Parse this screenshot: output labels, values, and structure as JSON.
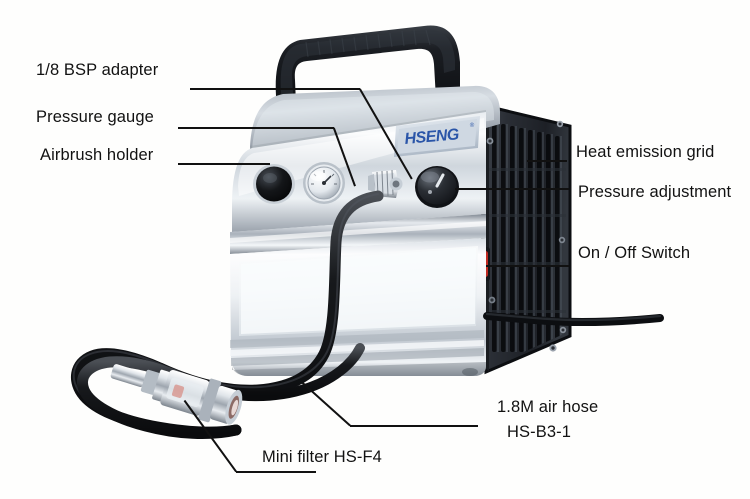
{
  "diagram": {
    "title": "Airbrush compressor annotated parts diagram",
    "brand_logo": "HSENG",
    "background_color": "#fefefd",
    "line_color": "#111111",
    "text_color": "#121212"
  },
  "labels": [
    {
      "id": "bsp-adapter",
      "text": "1/8 BSP adapter",
      "side": "left"
    },
    {
      "id": "pressure-gauge",
      "text": "Pressure gauge",
      "side": "left"
    },
    {
      "id": "airbrush-holder",
      "text": "Airbrush holder",
      "side": "left"
    },
    {
      "id": "heat-emission-grid",
      "text": "Heat emission grid",
      "side": "right"
    },
    {
      "id": "pressure-adjustment",
      "text": "Pressure adjustment",
      "side": "right"
    },
    {
      "id": "on-off-switch",
      "text": "On / Off Switch",
      "side": "right"
    },
    {
      "id": "air-hose-line1",
      "text": "1.8M air hose",
      "side": "right"
    },
    {
      "id": "air-hose-line2",
      "text": "HS-B3-1",
      "side": "right"
    },
    {
      "id": "mini-filter",
      "text": "Mini filter HS-F4",
      "side": "bottom"
    }
  ],
  "parts": {
    "handle": "carry-handle",
    "body": "compressor-body",
    "grid": "heat-emission-grid-panel",
    "gauge": "pressure-gauge-dial",
    "holder": "airbrush-holder-socket",
    "adapter": "bsp-adapter-fitting",
    "knob": "pressure-adjustment-knob",
    "switch": "on-off-switch-rocker",
    "hose": "air-hose-coil",
    "filter": "mini-filter-body"
  },
  "colors": {
    "logo_blue": "#2a55a8",
    "switch_red": "#c02a22",
    "metal_light": "#f2f4f6",
    "metal_mid": "#b9c0c8",
    "metal_dark": "#6d757e",
    "plastic_black": "#17191c",
    "grid_panel": "#23262b"
  }
}
